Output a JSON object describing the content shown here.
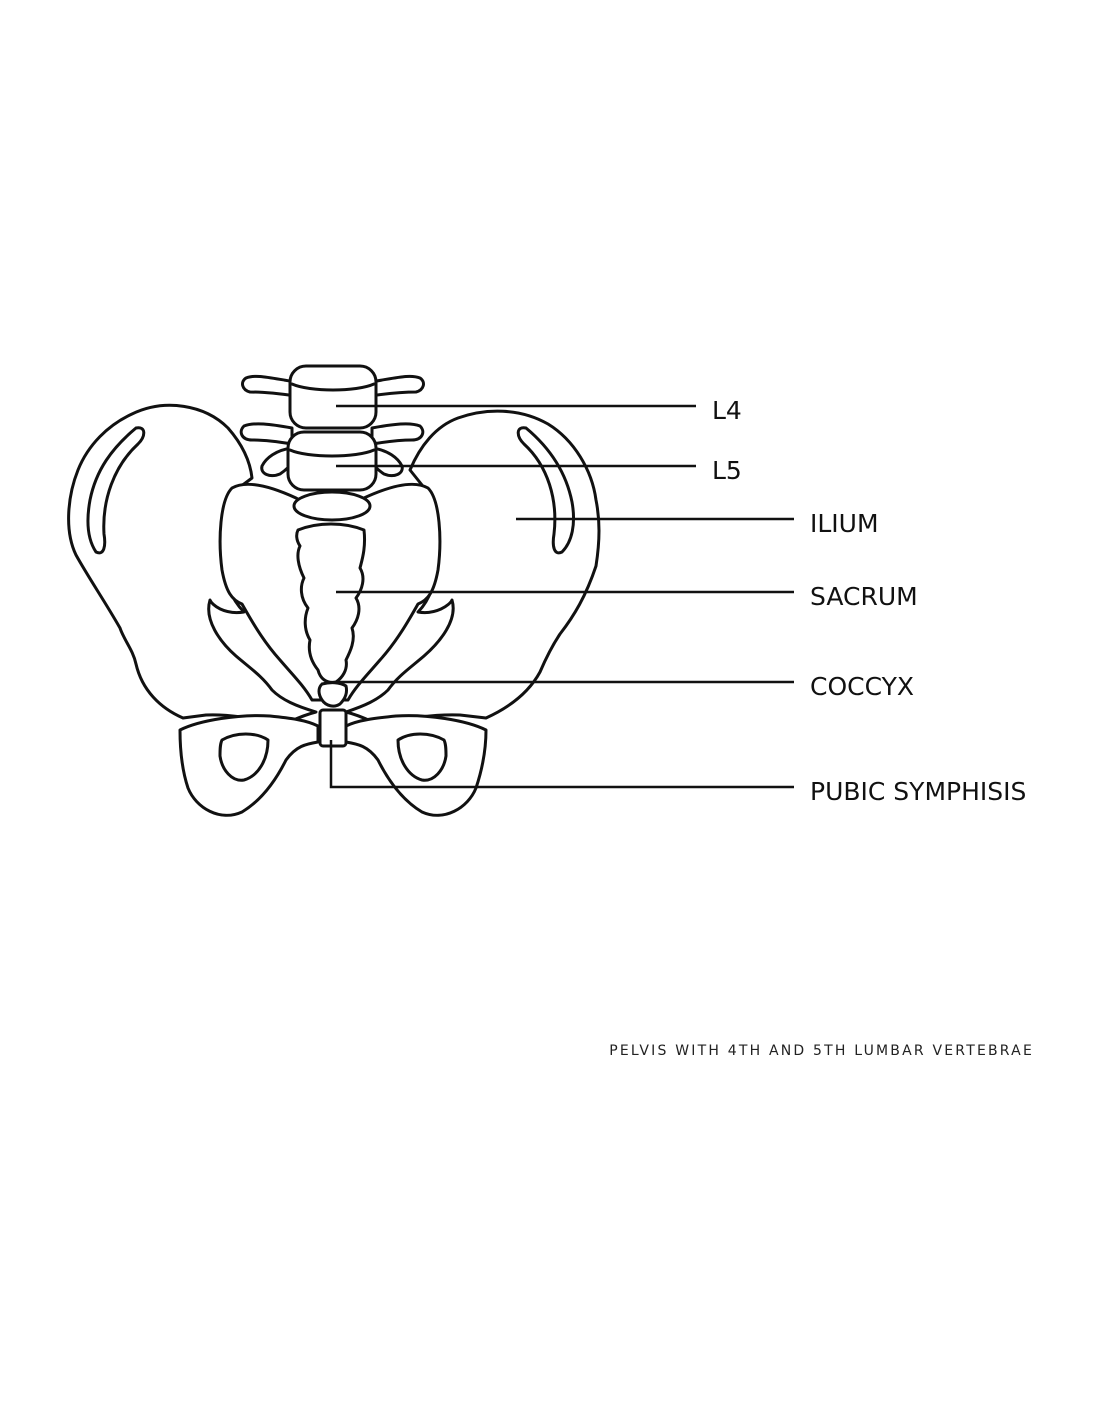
{
  "labels": {
    "l4": "L4",
    "l5": "L5",
    "ilium": "ILIUM",
    "sacrum": "SACRUM",
    "coccyx": "COCCYX",
    "pubic_symphisis": "PUBIC SYMPHISIS"
  },
  "caption": "PELVIS WITH 4TH AND 5TH LUMBAR VERTEBRAE",
  "colors": {
    "line": "#111111",
    "background": "#ffffff"
  }
}
